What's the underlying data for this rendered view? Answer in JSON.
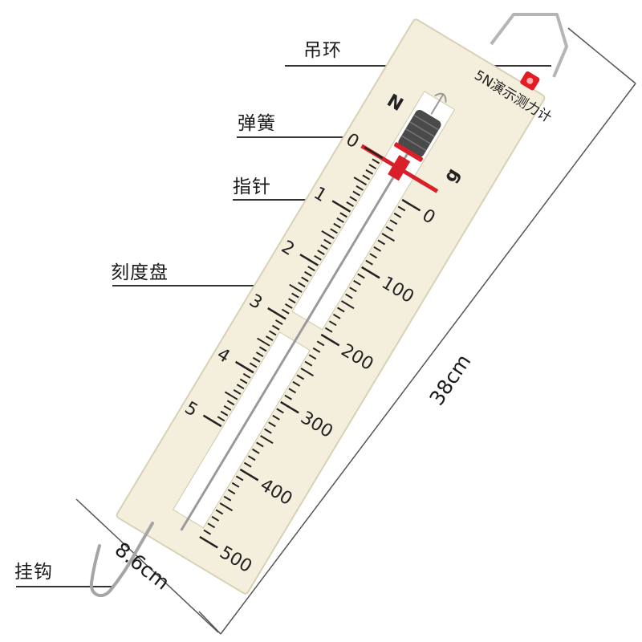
{
  "title": "5N演示测力计",
  "units": {
    "newton": "N",
    "gram": "g"
  },
  "newton_scale": [
    "0",
    "1",
    "2",
    "3",
    "4",
    "5"
  ],
  "gram_scale": [
    "0",
    "100",
    "200",
    "300",
    "400",
    "500"
  ],
  "callouts": {
    "ring": "吊环",
    "spring": "弹簧",
    "pointer": "指针",
    "dial": "刻度盘",
    "hook": "挂钩"
  },
  "dimensions": {
    "length": "38cm",
    "width": "8.6cm"
  },
  "colors": {
    "board": "#f4efdc",
    "board_edge": "#d8d1b6",
    "pointer": "#d9202a",
    "cap": "#e31b23",
    "metal": "#9a9a9a",
    "spring": "#4a4a4a",
    "ink": "#222222"
  }
}
